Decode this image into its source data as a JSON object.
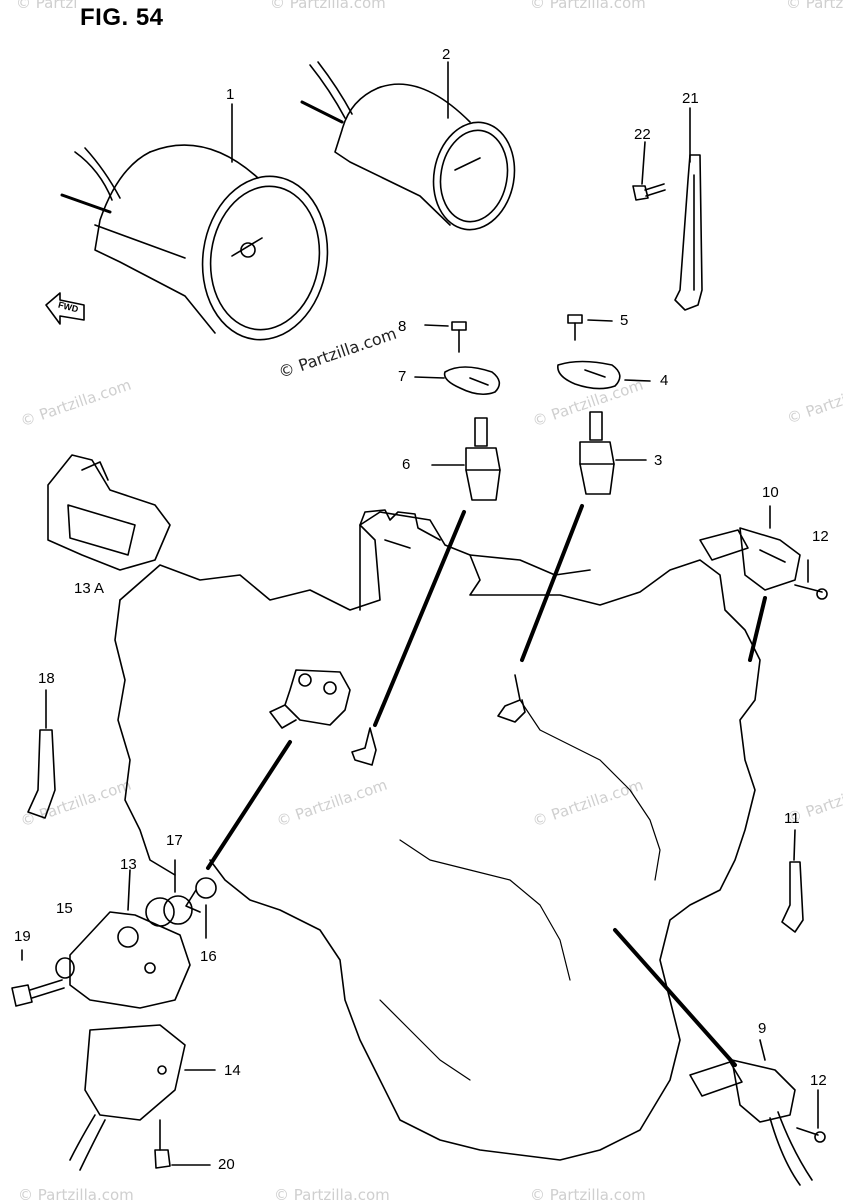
{
  "figure": {
    "title": "FIG. 54"
  },
  "watermark": {
    "text": "© Partzilla.com",
    "short": "© Partzi"
  },
  "direction_label": "FWD",
  "callouts": [
    {
      "id": "c1",
      "text": "1"
    },
    {
      "id": "c2",
      "text": "2"
    },
    {
      "id": "c3",
      "text": "3"
    },
    {
      "id": "c4",
      "text": "4"
    },
    {
      "id": "c5",
      "text": "5"
    },
    {
      "id": "c6",
      "text": "6"
    },
    {
      "id": "c7",
      "text": "7"
    },
    {
      "id": "c8",
      "text": "8"
    },
    {
      "id": "c9",
      "text": "9"
    },
    {
      "id": "c10",
      "text": "10"
    },
    {
      "id": "c11",
      "text": "11"
    },
    {
      "id": "c12a",
      "text": "12"
    },
    {
      "id": "c12b",
      "text": "12"
    },
    {
      "id": "c13",
      "text": "13"
    },
    {
      "id": "c13a",
      "text": "13 A"
    },
    {
      "id": "c14",
      "text": "14"
    },
    {
      "id": "c15",
      "text": "15"
    },
    {
      "id": "c16",
      "text": "16"
    },
    {
      "id": "c17",
      "text": "17"
    },
    {
      "id": "c18",
      "text": "18"
    },
    {
      "id": "c19",
      "text": "19"
    },
    {
      "id": "c20",
      "text": "20"
    },
    {
      "id": "c21",
      "text": "21"
    },
    {
      "id": "c22",
      "text": "22"
    }
  ]
}
